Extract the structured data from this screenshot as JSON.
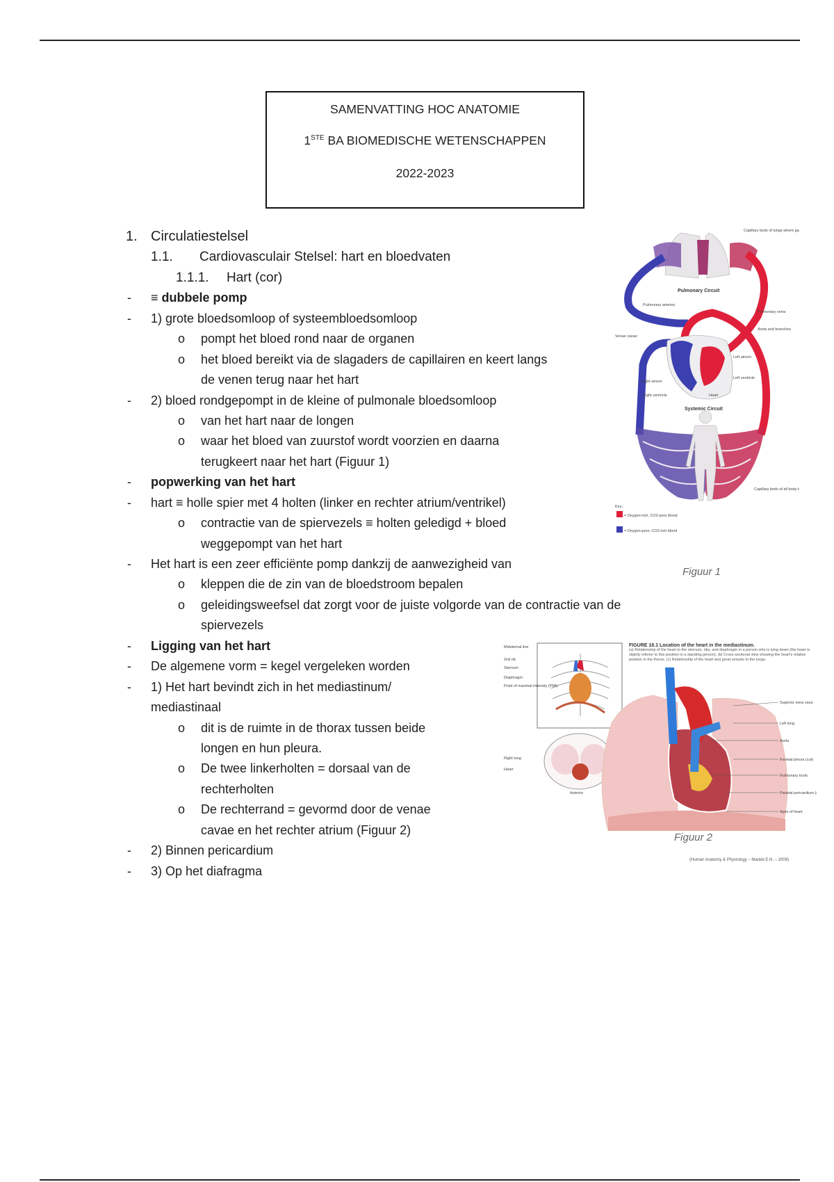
{
  "title_box": {
    "line1": "SAMENVATTING HOC ANATOMIE",
    "line2_prefix": "1",
    "line2_sup": "STE",
    "line2_rest": " BA BIOMEDISCHE WETENSCHAPPEN",
    "line3": "2022-2023"
  },
  "content": [
    {
      "kind": "h1",
      "num": "1.",
      "text": "Circulatiestelsel"
    },
    {
      "kind": "h2",
      "num": "1.1.",
      "text": "Cardiovasculair Stelsel: hart en bloedvaten"
    },
    {
      "kind": "h3",
      "num": "1.1.1.",
      "text": "Hart (cor)"
    },
    {
      "kind": "dash",
      "text": "≡ dubbele pomp",
      "bold": true
    },
    {
      "kind": "dash",
      "text": "1) grote bloedsomloop of systeembloedsomloop"
    },
    {
      "kind": "bullet",
      "text": "pompt het bloed rond naar de organen"
    },
    {
      "kind": "bullet",
      "text": "het bloed bereikt via de slagaders de capillairen en keert langs",
      "cont": "de venen terug naar het hart"
    },
    {
      "kind": "dash",
      "text": "2) bloed rondgepompt in de kleine of pulmonale bloedsomloop"
    },
    {
      "kind": "bullet",
      "text": "van het hart naar de longen"
    },
    {
      "kind": "bullet",
      "text": "waar het bloed van zuurstof wordt voorzien en daarna",
      "cont": "terugkeert naar het hart (Figuur 1)"
    },
    {
      "kind": "dash",
      "text": "popwerking van het hart",
      "bold": true
    },
    {
      "kind": "dash",
      "text": "hart ≡ holle spier met 4 holten (linker en rechter atrium/ventrikel)"
    },
    {
      "kind": "bullet",
      "text": "contractie van de spiervezels ≡ holten geledigd + bloed",
      "cont": "weggepompt van het hart"
    },
    {
      "kind": "dash",
      "text": "Het hart is een zeer efficiënte pomp dankzij de aanwezigheid van"
    },
    {
      "kind": "bullet",
      "text": "kleppen die de zin van de bloedstroom bepalen"
    },
    {
      "kind": "bullet",
      "text": "geleidingsweefsel dat zorgt voor de juiste volgorde van de contractie van de",
      "cont": "spiervezels"
    },
    {
      "kind": "dash",
      "text": "Ligging van het hart",
      "bold": true
    },
    {
      "kind": "dash",
      "text": "De algemene vorm = kegel vergeleken worden"
    },
    {
      "kind": "dash",
      "text": "1) Het hart bevindt zich in het mediastinum/",
      "cont": "mediastinaal",
      "cont_dash": true
    },
    {
      "kind": "bullet",
      "text": "dit is de ruimte in de thorax tussen beide",
      "cont": "longen en hun pleura."
    },
    {
      "kind": "bullet",
      "text": "De twee linkerholten = dorsaal van de",
      "cont": "rechterholten"
    },
    {
      "kind": "bullet",
      "text": "De rechterrand = gevormd door de venae",
      "cont": "cavae en het rechter atrium (Figuur 2)"
    },
    {
      "kind": "dash",
      "text": "2) Binnen pericardium"
    },
    {
      "kind": "dash",
      "text": "3) Op het diafragma"
    }
  ],
  "symbols": {
    "dash": "-",
    "bullet": "o"
  },
  "figure1": {
    "caption": "Figuur 1",
    "labels": {
      "cap_lungs": "Capillary beds of lungs where gas exchange occurs",
      "pulmonary_circuit": "Pulmonary Circuit",
      "pulmonary_arteries": "Pulmonary arteries",
      "pulmonary_veins": "Pulmonary veins",
      "aorta": "Aorta and branches",
      "venae_cavae": "Venae cavae",
      "left_atrium": "Left atrium",
      "left_ventricle": "Left ventricle",
      "right_atrium": "Right atrium",
      "right_ventricle": "Right ventricle",
      "heart": "Heart",
      "systemic_circuit": "Systemic Circuit",
      "cap_body": "Capillary beds of all body tissues where gas exchange occurs",
      "key": "Key:",
      "key_red": "= Oxygen-rich, CO2-poor blood",
      "key_blue": "= Oxygen-poor, CO2-rich blood"
    },
    "colors": {
      "oxygen_rich": "#e0203a",
      "oxygen_poor": "#3b3fb0"
    }
  },
  "figure2": {
    "caption": "Figuur 2",
    "heading": "FIGURE 18.1  Location of the heart in the mediastinum.",
    "description": "(a) Relationship of the heart to the sternum, ribs, and diaphragm in a person who is lying down (the heart is slightly inferior to this position in a standing person). (b) Cross-sectional view showing the heart's relative position in the thorax. (c) Relationship of the heart and great vessels to the lungs.",
    "labels": {
      "midsternal_line": "Midsternal line",
      "rib": "2nd rib",
      "sternum": "Sternum",
      "diaphragm": "Diaphragm",
      "pmi": "Point of maximal intensity (PMI)",
      "right_lung": "Right lung",
      "heart": "Heart",
      "anterior": "Anterior",
      "svc": "Superior vena cava",
      "left_lung": "Left lung",
      "aorta": "Aorta",
      "parietal_pleura": "Parietal pleura (cut)",
      "pulmonary_trunk": "Pulmonary trunk",
      "parietal_pericardium": "Parietal pericardium (cut)",
      "apex": "Apex of heart"
    },
    "citation": "(Human Anatomy & Physiology – Marieb E.N. – 2009)"
  }
}
